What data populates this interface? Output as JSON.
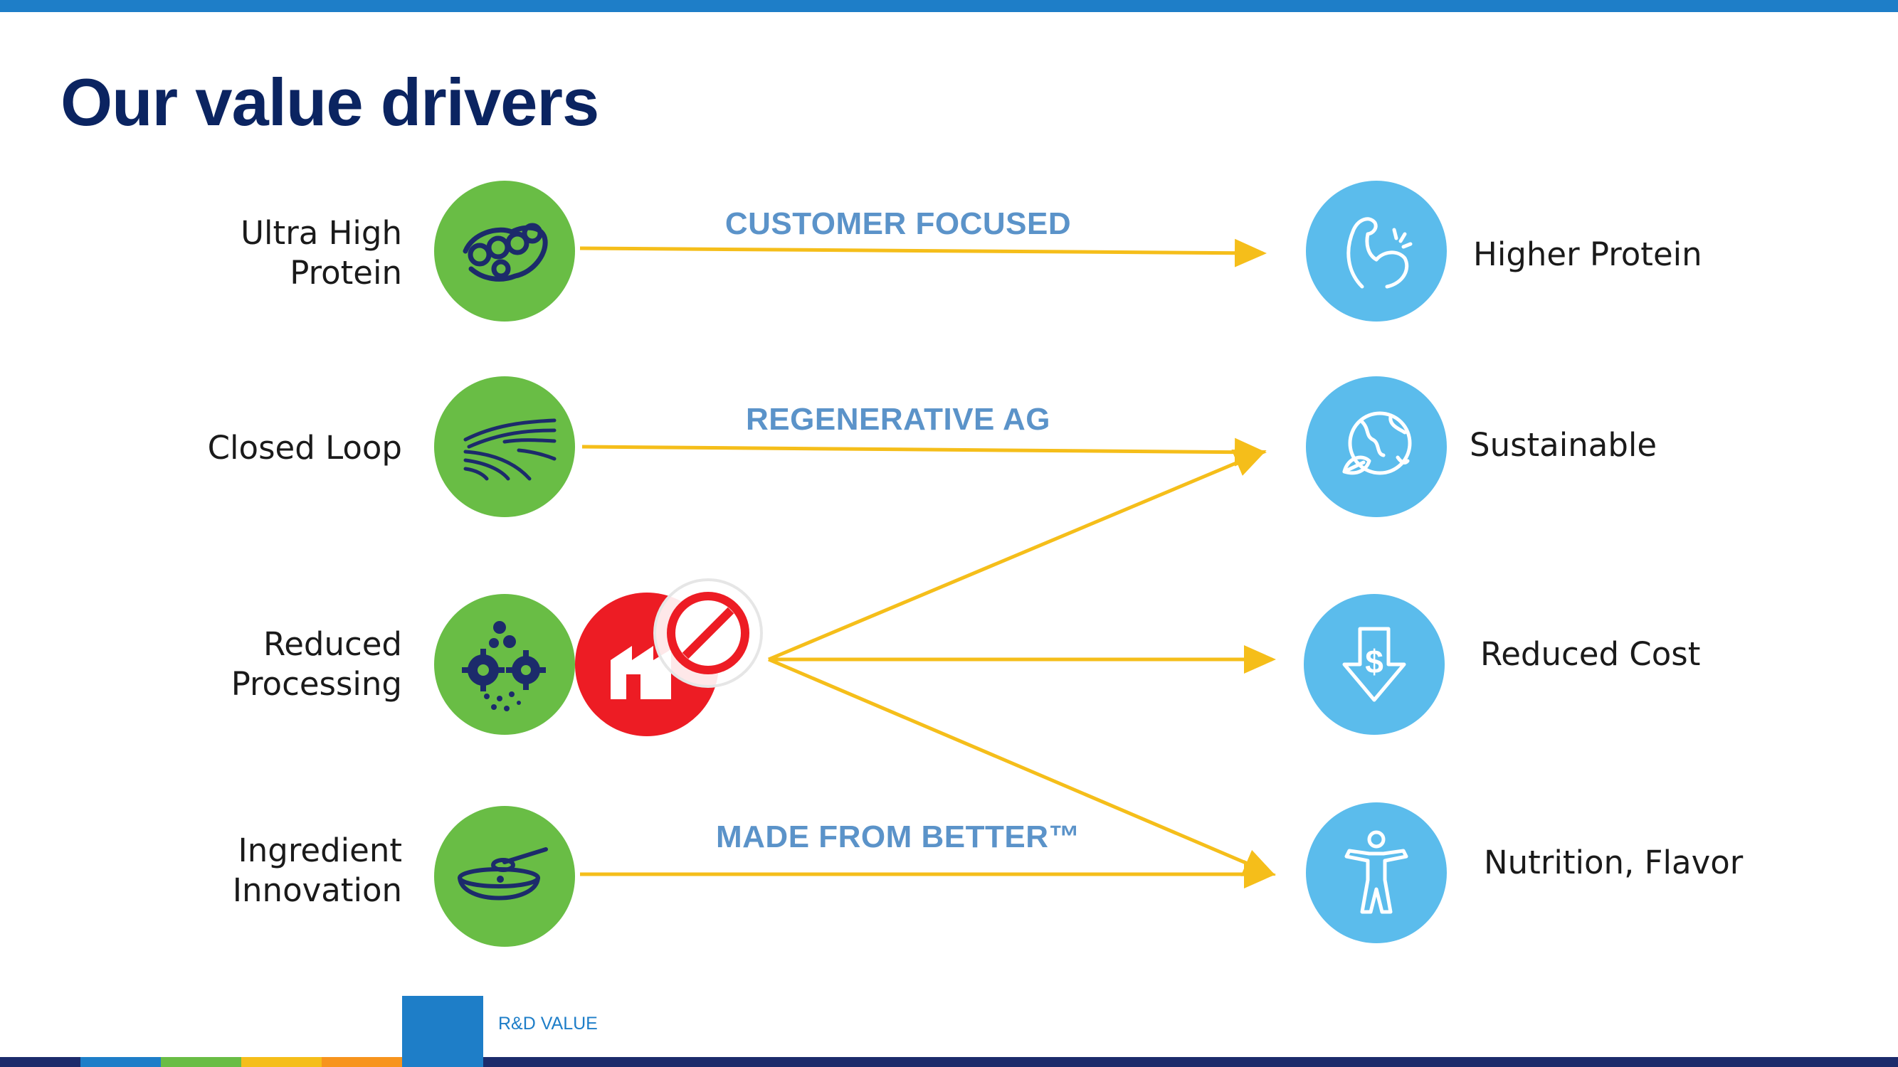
{
  "title": "Our value drivers",
  "drivers": [
    {
      "label": "Ultra High Protein",
      "line1": "Ultra High",
      "line2": "Protein",
      "icon": "soybean-pod-icon"
    },
    {
      "label": "Closed Loop",
      "icon": "field-rows-icon"
    },
    {
      "label": "Reduced Processing",
      "line1": "Reduced",
      "line2": "Processing",
      "icon": "gears-icon"
    },
    {
      "label": "Ingredient Innovation",
      "line1": "Ingredient",
      "line2": "Innovation",
      "icon": "bowl-spoon-icon"
    }
  ],
  "no_factory_icon": "no-factory-icon",
  "outcomes": [
    {
      "label": "Higher Protein",
      "icon": "flexed-arm-icon"
    },
    {
      "label": "Sustainable",
      "icon": "globe-leaf-icon"
    },
    {
      "label": "Reduced Cost",
      "icon": "dollar-down-arrow-icon"
    },
    {
      "label": "Nutrition, Flavor",
      "icon": "person-icon"
    }
  ],
  "flow_labels": {
    "customer_focused": "CUSTOMER FOCUSED",
    "regenerative_ag": "REGENERATIVE AG",
    "made_from_better": "MADE FROM BETTER™"
  },
  "footer": {
    "label": "R&D VALUE"
  },
  "colors": {
    "title": "#0b2461",
    "green": "#69bd45",
    "blue": "#5bbcec",
    "red": "#ed1c24",
    "arrow": "#f5be1a",
    "flow_label": "#5b93c9",
    "icon_dark": "#1c2b6b",
    "footer_strip": [
      "#1e7ec8",
      "#69bd45",
      "#f5be1a",
      "#f7941d",
      "#1c2b6b"
    ]
  }
}
